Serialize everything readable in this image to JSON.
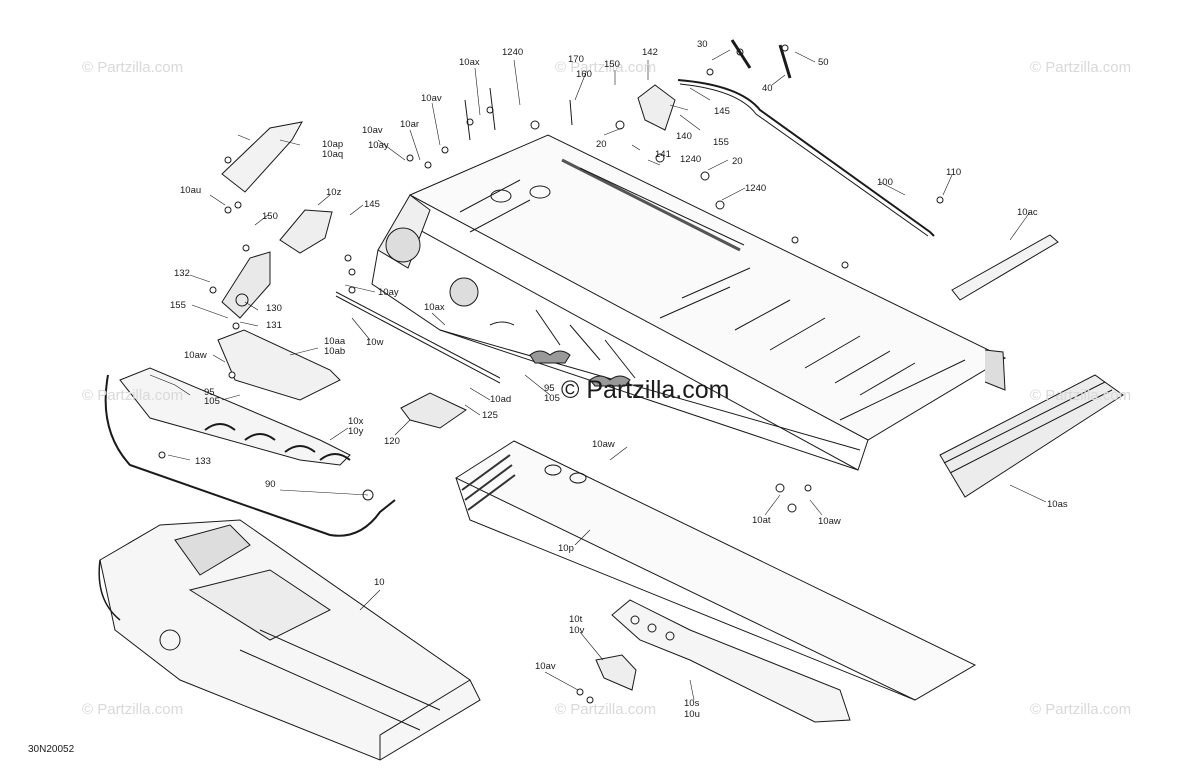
{
  "diagram": {
    "drawing_code": "30N20052",
    "center_watermark": "© Partzilla.com",
    "corner_watermark": "© Partzilla.com",
    "labels": [
      "30",
      "50",
      "40",
      "142",
      "170",
      "150",
      "160",
      "145",
      "10ax",
      "1240",
      "10av",
      "10ar",
      "10av",
      "10ay",
      "10ap",
      "10aq",
      "140",
      "155",
      "20",
      "141",
      "1240",
      "20",
      "1240",
      "110",
      "100",
      "10ac",
      "10au",
      "10z",
      "145",
      "150",
      "132",
      "130",
      "155",
      "131",
      "10ay",
      "10w",
      "10ax",
      "10aa",
      "10ab",
      "10aw",
      "95",
      "105",
      "95",
      "105",
      "10ad",
      "125",
      "120",
      "10x",
      "10y",
      "133",
      "90",
      "10aw",
      "10as",
      "10at",
      "10aw",
      "10p",
      "10",
      "10t",
      "10v",
      "10av",
      "10s",
      "10u"
    ]
  }
}
